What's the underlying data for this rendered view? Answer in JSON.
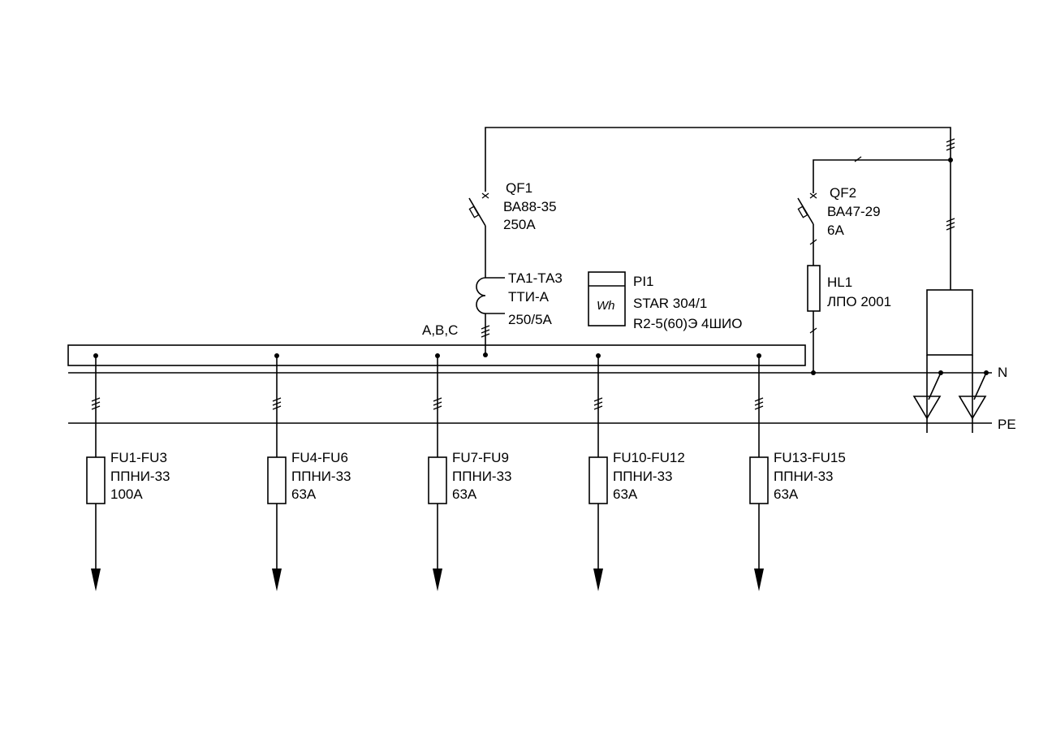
{
  "qf1": {
    "designator": "QF1",
    "model": "ВА88-35",
    "rating": "250А"
  },
  "ta": {
    "designator": "ТА1-ТА3",
    "model": "ТТИ-А",
    "ratio": "250/5А"
  },
  "pi1": {
    "designator": "PI1",
    "symbol": "Wh",
    "model": "STAR 304/1",
    "spec": "R2-5(60)Э 4ШИО"
  },
  "phases_label": "A,B,C",
  "qf2": {
    "designator": "QF2",
    "model": "ВА47-29",
    "rating": "6А"
  },
  "hl1": {
    "designator": "HL1",
    "model": "ЛПО 2001"
  },
  "bus_n_label": "N",
  "bus_pe_label": "PE",
  "fuses": [
    {
      "designator": "FU1-FU3",
      "model": "ППНИ-33",
      "rating": "100А"
    },
    {
      "designator": "FU4-FU6",
      "model": "ППНИ-33",
      "rating": "63А"
    },
    {
      "designator": "FU7-FU9",
      "model": "ППНИ-33",
      "rating": "63А"
    },
    {
      "designator": "FU10-FU12",
      "model": "ППНИ-33",
      "rating": "63А"
    },
    {
      "designator": "FU13-FU15",
      "model": "ППНИ-33",
      "rating": "63А"
    }
  ]
}
